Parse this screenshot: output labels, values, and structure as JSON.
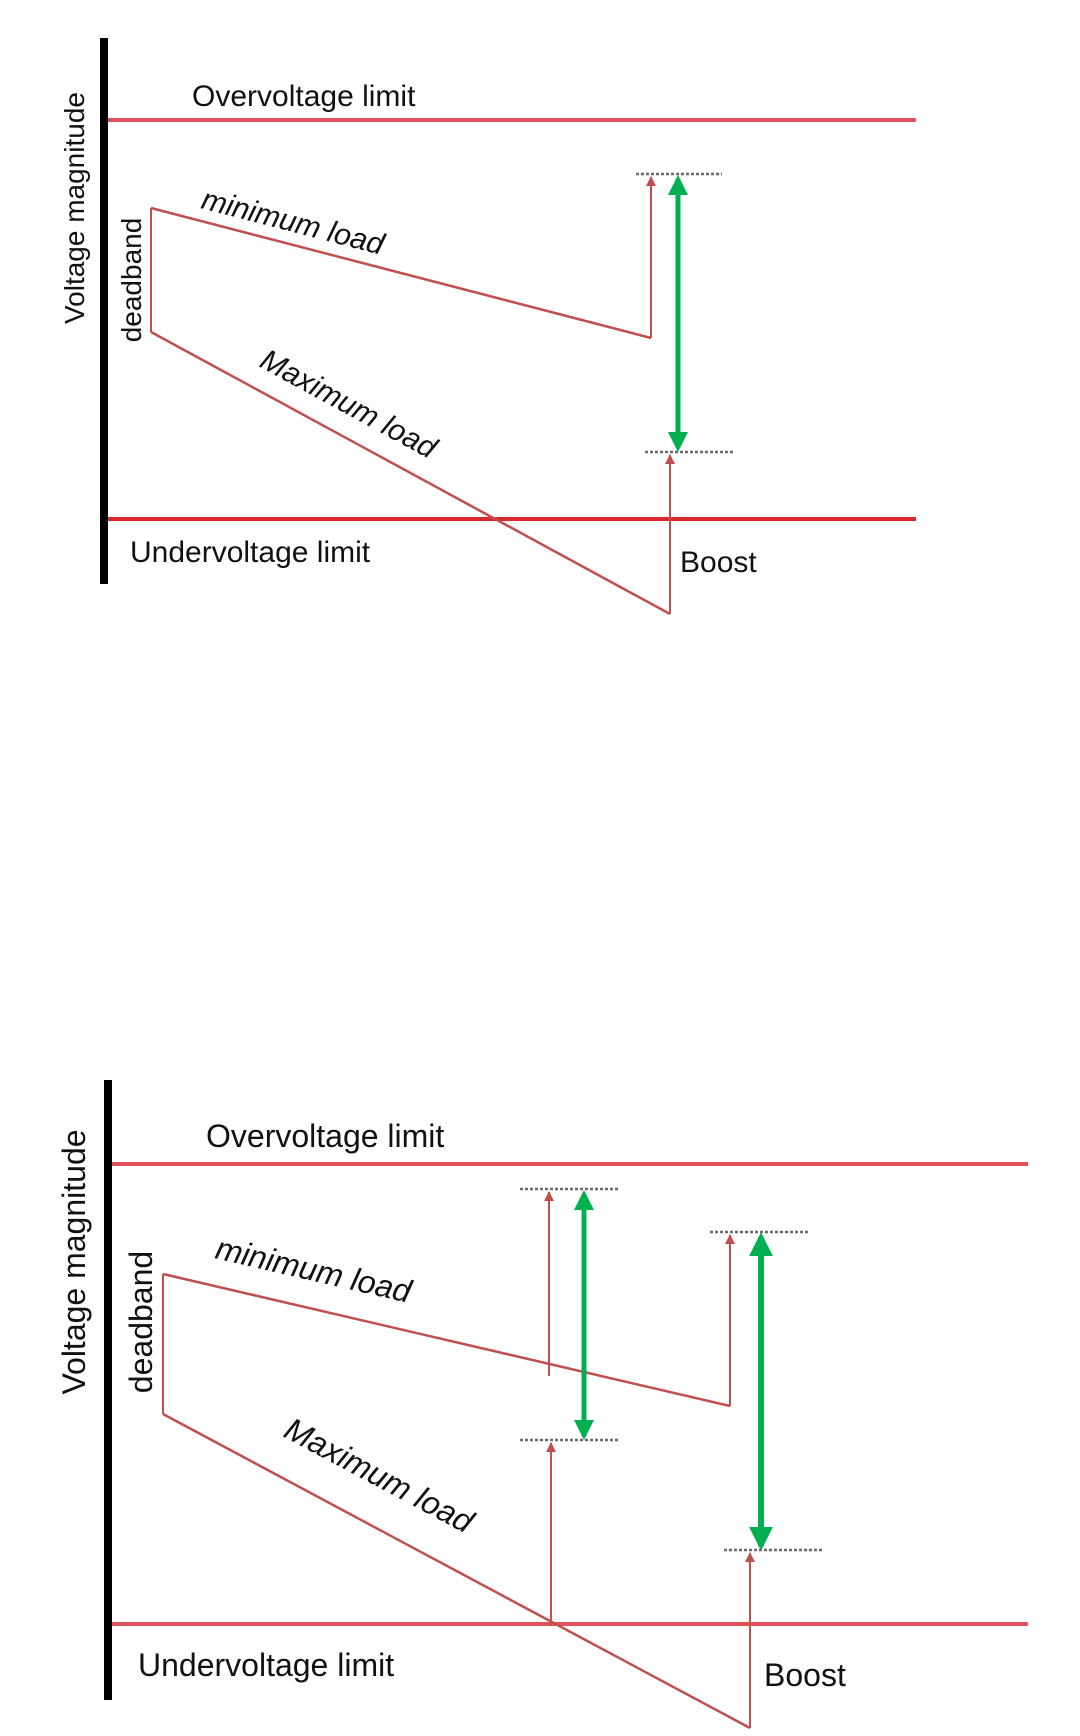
{
  "colors": {
    "axis": "#000000",
    "limit_top": "#e0525a",
    "limit_bottom": "#d8282e",
    "load": "#c0504d",
    "arrow": "#00b050",
    "dotted": "#6b6b6b"
  },
  "labels": {
    "y_axis": "Voltage magnitude",
    "deadband": "deadband",
    "overvoltage": "Overvoltage limit",
    "undervoltage": "Undervoltage limit",
    "minimum_load": "minimum load",
    "maximum_load": "Maximum load",
    "boost": "Boost"
  }
}
